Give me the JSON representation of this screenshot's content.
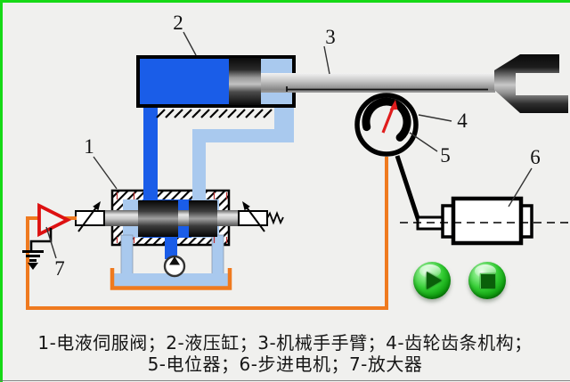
{
  "labels": {
    "l1": "1",
    "l2": "2",
    "l3": "3",
    "l4": "4",
    "l5": "5",
    "l6": "6",
    "l7": "7"
  },
  "caption": {
    "line1": "1-电液伺服阀；2-液压缸；3-机械手手臂；4-齿轮齿条机构；",
    "line2": "5-电位器；6-步进电机；7-放大器"
  },
  "controls": {
    "play": {
      "icon": "play-triangle-icon"
    },
    "stop": {
      "icon": "stop-square-icon"
    }
  },
  "colors": {
    "frame_green": "#16d916",
    "wire_orange": "#ef7a1f",
    "fluid_blue": "#1a5de8",
    "fluid_light": "#a9c9ee",
    "needle_red": "#e01d1d",
    "amp_red": "#dd1111",
    "background": "#f0f0ee",
    "button_green": "#22bb22",
    "caption_ink": "#161616"
  }
}
